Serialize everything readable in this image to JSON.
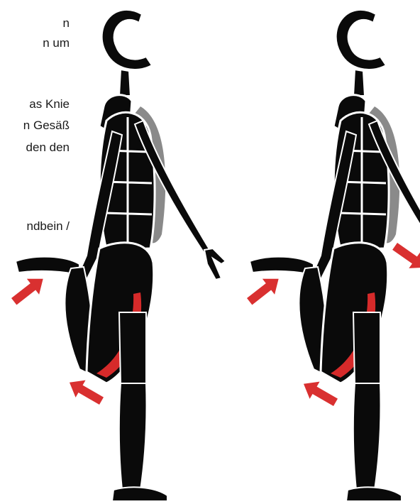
{
  "instructions": {
    "lines": [
      "n",
      "n um",
      "as Knie",
      "n Gesäß",
      "den den",
      "ndbein /"
    ]
  },
  "figures": [
    {
      "name": "figure-left"
    },
    {
      "name": "figure-right"
    }
  ],
  "colors": {
    "silhouette": "#0a0a0a",
    "outline": "#ffffff",
    "segment-lines": "#ffffff",
    "back-shadow": "#8a8a8a",
    "muscle": "#d62a2a",
    "arrow": "#d93030"
  },
  "icons": [
    "head-c-shape",
    "arrow-icon"
  ]
}
